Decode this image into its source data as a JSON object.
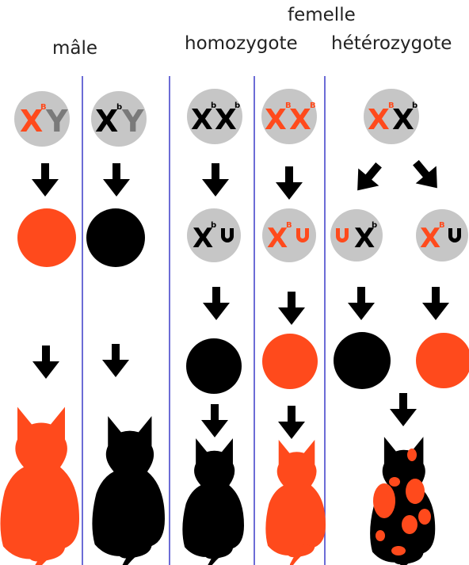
{
  "headers": {
    "male": "mâle",
    "female": "femelle",
    "homozygous": "homozygote",
    "heterozygous": "hétérozygote"
  },
  "symbols": {
    "X": "X",
    "Y": "Y",
    "allele_orange": "B",
    "allele_black": "b"
  },
  "colors": {
    "orange": "#ff4a1c",
    "black": "#000000",
    "gray_circle": "#c6c6c6",
    "divider": "#3b3bc8"
  },
  "columns": [
    {
      "genotype": [
        {
          "letter": "X",
          "allele": "B",
          "color": "orange"
        },
        {
          "letter": "Y",
          "color": "gray"
        }
      ],
      "gamete": null,
      "pigment": "orange",
      "cat": "orange"
    },
    {
      "genotype": [
        {
          "letter": "X",
          "allele": "b",
          "color": "black"
        },
        {
          "letter": "Y",
          "color": "gray"
        }
      ],
      "gamete": null,
      "pigment": "black",
      "cat": "black"
    },
    {
      "genotype": [
        {
          "letter": "X",
          "allele": "b",
          "color": "black"
        },
        {
          "letter": "X",
          "allele": "b",
          "color": "black"
        }
      ],
      "gamete": "X^b + inactive",
      "pigment": "black",
      "cat": "black"
    },
    {
      "genotype": [
        {
          "letter": "X",
          "allele": "B",
          "color": "orange"
        },
        {
          "letter": "X",
          "allele": "B",
          "color": "orange"
        }
      ],
      "gamete": "X^B + inactive",
      "pigment": "orange",
      "cat": "orange"
    },
    {
      "genotype": [
        {
          "letter": "X",
          "allele": "B",
          "color": "orange"
        },
        {
          "letter": "X",
          "allele": "b",
          "color": "black"
        }
      ],
      "gamete": [
        "inactive + X^b",
        "X^B + inactive"
      ],
      "pigment": [
        "black",
        "orange"
      ],
      "cat": "tortoiseshell"
    }
  ]
}
